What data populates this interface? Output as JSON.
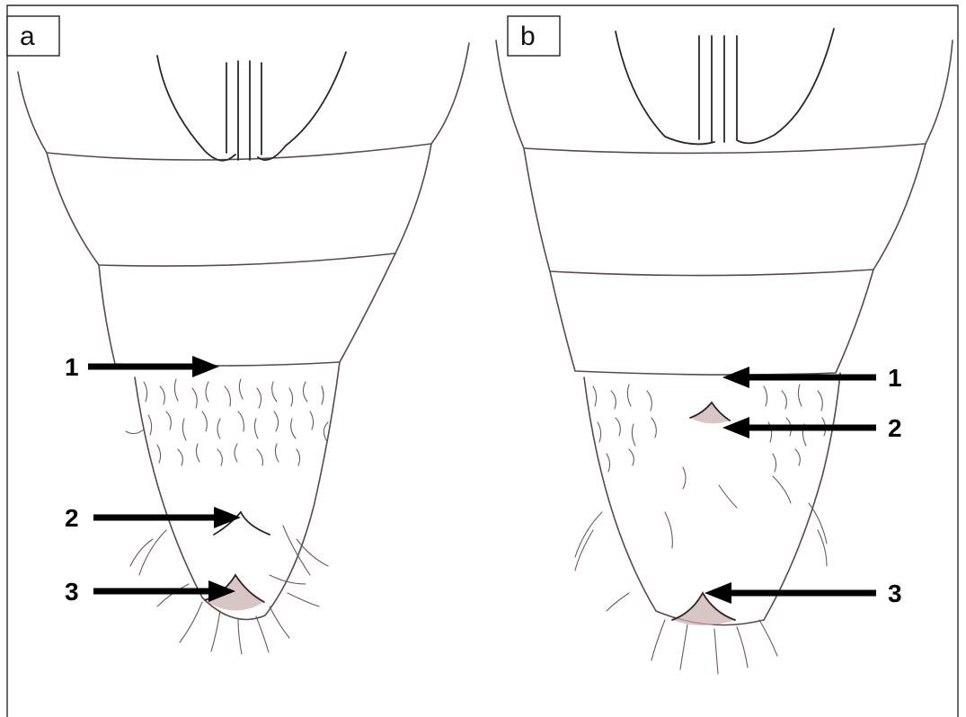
{
  "panels": [
    {
      "label": "a"
    },
    {
      "label": "b"
    }
  ],
  "arrow_labels": {
    "a": [
      "1",
      "2",
      "3"
    ],
    "b": [
      "1",
      "2",
      "3"
    ]
  },
  "colors": {
    "line": "#5a4a4a",
    "hair": "#6b5b5b",
    "arrow": "#000000"
  }
}
